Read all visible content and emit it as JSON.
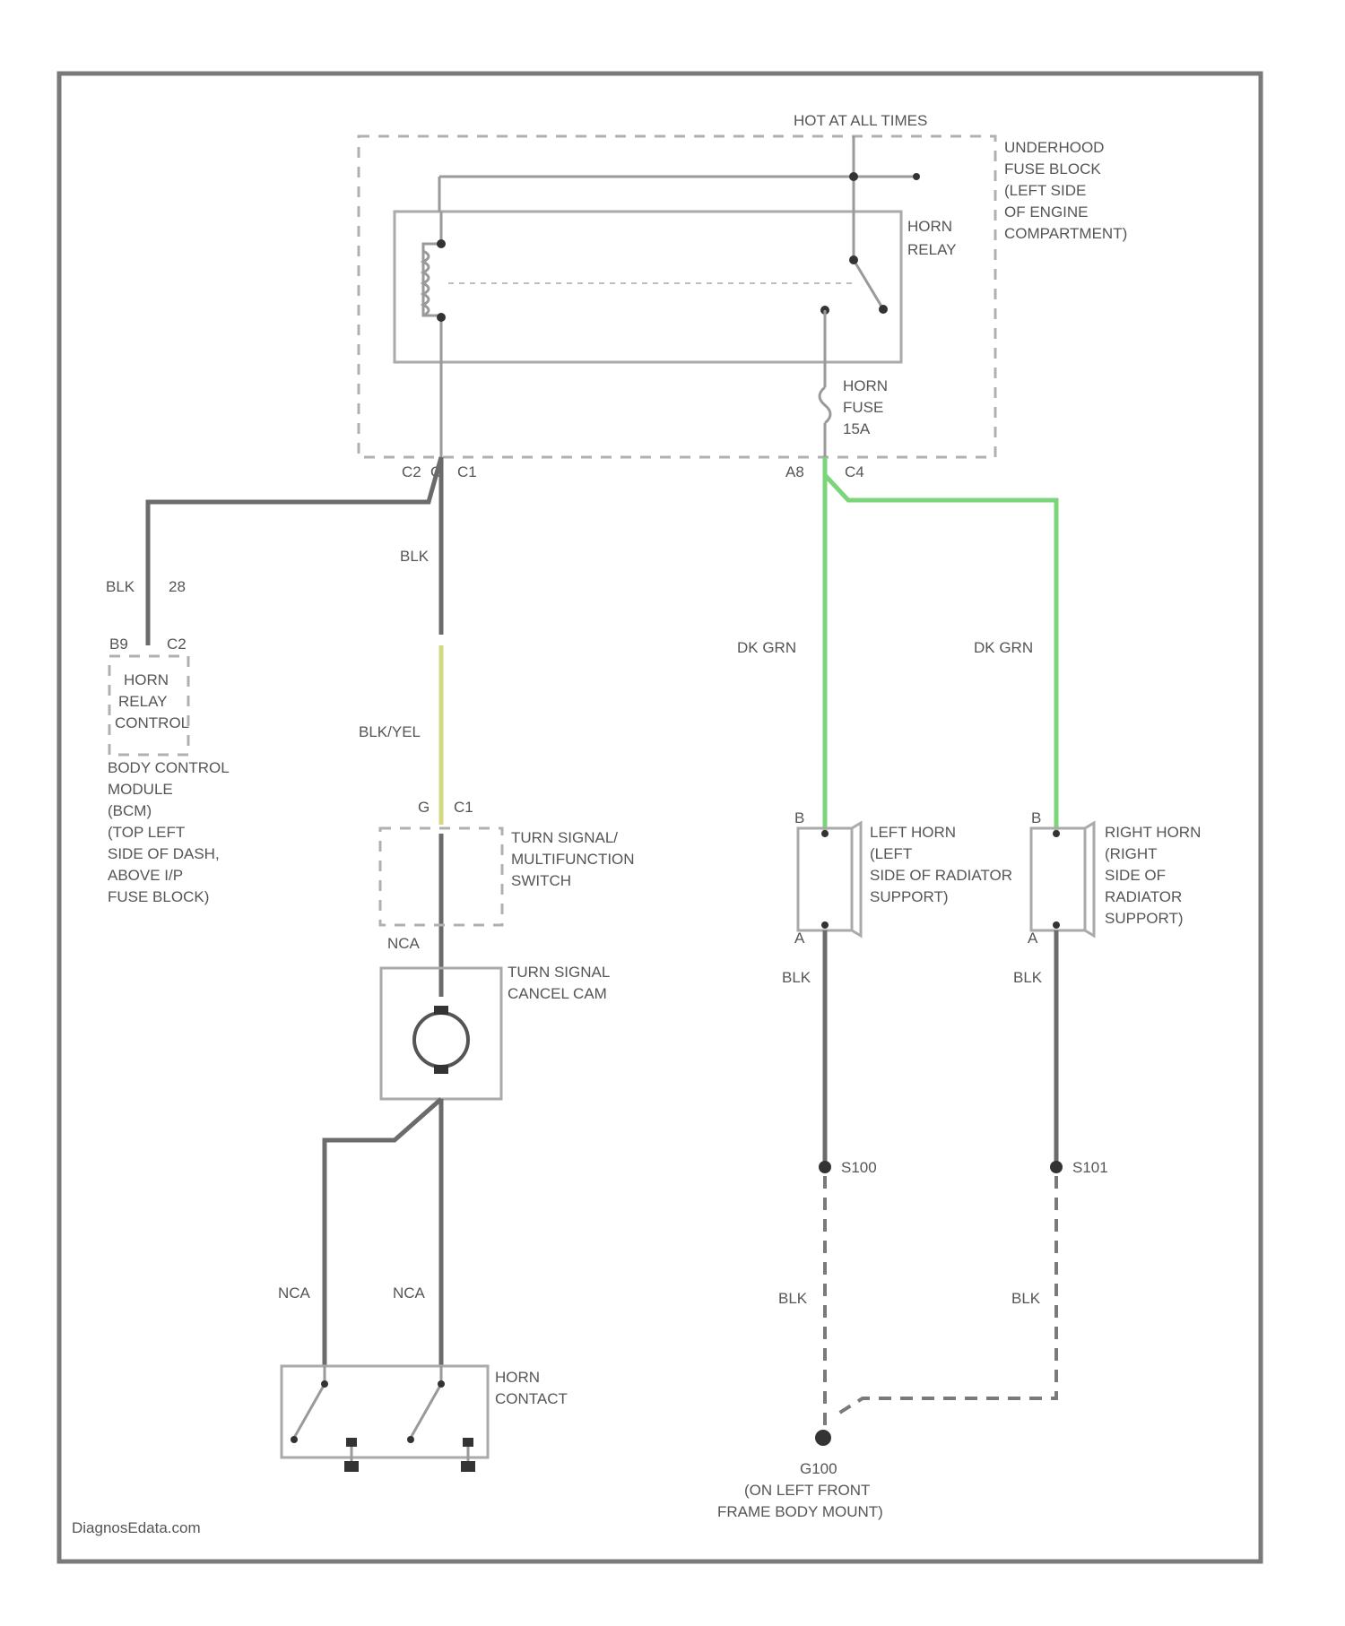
{
  "diagram": {
    "power_label": "HOT AT ALL TIMES",
    "fuse_block_label": [
      "UNDERHOOD",
      "FUSE BLOCK",
      "(LEFT SIDE",
      "OF ENGINE",
      "COMPARTMENT)"
    ],
    "horn_relay_label": [
      "HORN",
      "RELAY"
    ],
    "horn_fuse_label": [
      "HORN",
      "FUSE",
      "15A"
    ],
    "fuse_block_pins": {
      "c2": "C2",
      "g": "G",
      "c1": "C1",
      "a8": "A8",
      "c4": "C4"
    },
    "bcm": {
      "pin_label": "28",
      "pin_label_2": "B9",
      "connector_label": "C2",
      "wire_label": "BLK",
      "box_label": [
        "HORN",
        "RELAY",
        "CONTROL"
      ],
      "description": [
        "BODY CONTROL",
        "MODULE",
        "(BCM)",
        "(TOP LEFT",
        "SIDE OF DASH,",
        "ABOVE I/P",
        "FUSE BLOCK)"
      ]
    },
    "wire_blk_upper": "BLK",
    "wire_blk_yel": "BLK/YEL",
    "switch": {
      "pin_g": "G",
      "pin_c1": "C1",
      "label": [
        "TURN SIGNAL/",
        "MULTIFUNCTION",
        "SWITCH"
      ]
    },
    "nca_1": "NCA",
    "cancel_cam_label": [
      "TURN SIGNAL",
      "CANCEL CAM"
    ],
    "nca_2": "NCA",
    "nca_3": "NCA",
    "horn_contact_label": [
      "HORN",
      "CONTACT"
    ],
    "left_horn": {
      "wire_top": "DK GRN",
      "pin_b": "B",
      "pin_a": "A",
      "label": [
        "LEFT HORN",
        "(LEFT",
        "SIDE OF RADIATOR",
        "SUPPORT)"
      ],
      "wire_bottom": "BLK",
      "splice": "S100",
      "wire_ground": "BLK"
    },
    "right_horn": {
      "wire_top": "DK GRN",
      "pin_b": "B",
      "pin_a": "A",
      "label": [
        "RIGHT HORN",
        "(RIGHT",
        "SIDE OF",
        "RADIATOR",
        "SUPPORT)"
      ],
      "wire_bottom": "BLK",
      "splice": "S101",
      "wire_ground": "BLK"
    },
    "ground_label": [
      "G100",
      "(ON LEFT FRONT",
      "FRAME BODY MOUNT)"
    ],
    "watermark": "DiagnosEdata.com"
  },
  "colors": {
    "wire_dk_grn": "#7bd67b",
    "wire_blk_yel": "#d4d880",
    "wire_blk": "#6b6b6b",
    "frame": "#7a7a7a"
  }
}
